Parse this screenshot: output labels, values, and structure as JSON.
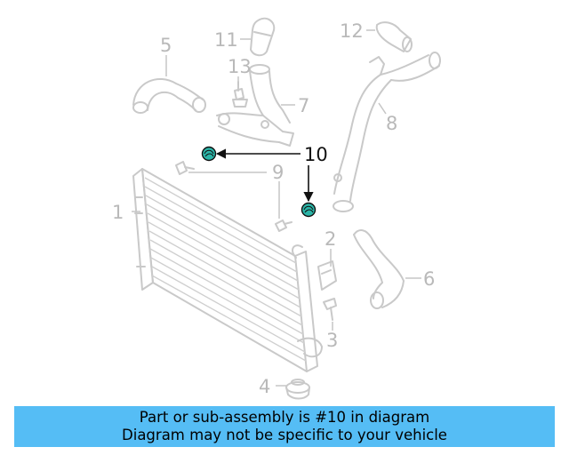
{
  "diagram": {
    "callouts": [
      {
        "id": "1",
        "label": "1",
        "highlighted": false
      },
      {
        "id": "2",
        "label": "2",
        "highlighted": false
      },
      {
        "id": "3",
        "label": "3",
        "highlighted": false
      },
      {
        "id": "4",
        "label": "4",
        "highlighted": false
      },
      {
        "id": "5",
        "label": "5",
        "highlighted": false
      },
      {
        "id": "6",
        "label": "6",
        "highlighted": false
      },
      {
        "id": "7",
        "label": "7",
        "highlighted": false
      },
      {
        "id": "8",
        "label": "8",
        "highlighted": false
      },
      {
        "id": "9",
        "label": "9",
        "highlighted": false
      },
      {
        "id": "10",
        "label": "10",
        "highlighted": true
      },
      {
        "id": "11",
        "label": "11",
        "highlighted": false
      },
      {
        "id": "12",
        "label": "12",
        "highlighted": false
      },
      {
        "id": "13",
        "label": "13",
        "highlighted": false
      }
    ],
    "colors": {
      "line_art": "#c9c9c9",
      "label_muted": "#b9b9b9",
      "highlight_part": "#2bb5a8",
      "highlight_leader": "#111111"
    }
  },
  "banner": {
    "line1": "Part or sub-assembly is #10 in diagram",
    "line2": "Diagram may not be specific to your vehicle",
    "background": "#55bdf5"
  }
}
